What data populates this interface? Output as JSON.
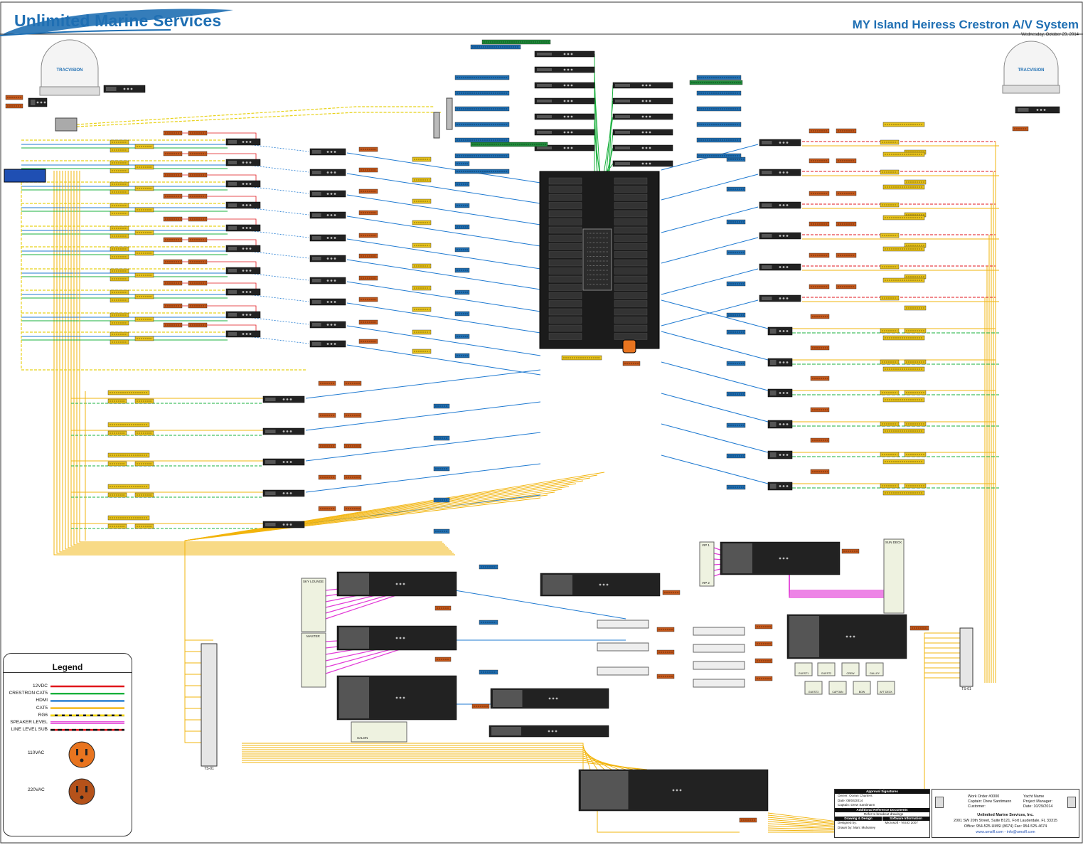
{
  "header": {
    "brand": "Unlimited Marine Services",
    "title": "MY Island Heiress Crestron A/V System",
    "date": "Wednesday, October 29, 2014"
  },
  "antennas": {
    "left_label": "TRACVISION",
    "right_label": "TRACVISION"
  },
  "zones": {
    "sky_lounge": "SKY LOUNGE",
    "master": "MASTER",
    "salon": "SALON",
    "sun_deck": "SUN DECK",
    "vip1": "VIP 1",
    "vip2": "VIP 2",
    "amp_zones": [
      "GUEST1",
      "GUEST2",
      "CREW",
      "GALLEY",
      "GUEST3",
      "CAPTAIN",
      "BOW",
      "AFT DECK"
    ]
  },
  "terminal_strips": {
    "left": "TS-01",
    "right": "TS-01"
  },
  "legend": {
    "title": "Legend",
    "items": [
      {
        "label": "12VDC",
        "color": "#e0161b",
        "style": "solid"
      },
      {
        "label": "CRESTRON CAT5",
        "color": "#18b03c",
        "style": "solid"
      },
      {
        "label": "HDMI",
        "color": "#1f7ad1",
        "style": "solid"
      },
      {
        "label": "CAT5",
        "color": "#f2b40c",
        "style": "solid"
      },
      {
        "label": "RG6",
        "color": "#f2d60c",
        "style": "dashed"
      },
      {
        "label": "SPEAKER LEVEL",
        "color": "#e23ad6",
        "style": "double"
      },
      {
        "label": "LINE LEVEL SUB",
        "color": "#7a3a1a",
        "style": "dashed-red"
      }
    ],
    "plugs": [
      {
        "label": "110VAC",
        "color": "#e8741f"
      },
      {
        "label": "220VAC",
        "color": "#b5521a"
      }
    ]
  },
  "approval": {
    "heading": "Approval Signatures",
    "owner": "Owner:   Ocean Charters",
    "date": "Date: 08/04/2014",
    "captain": "Captain: Drew Santimann",
    "ref_heading": "Additional Reference Documents",
    "ref_text": "Refer to breakout drawings",
    "drawing_heading": "Drawing & Design",
    "software_heading": "Software Information",
    "designed_by": "Designed by:",
    "drawn_by": "Drawn by:       Marc Mulvaney",
    "software": "Microsoft - VISIO 2007"
  },
  "title_block": {
    "work_order": "Work Order #0000",
    "captain": "Captain: Drew Santimann",
    "customer": "Customer:",
    "yacht_name": "Yacht Name",
    "project_manager": "Project Manager:",
    "date": "Date: 10/29/2014",
    "company": "Unlimited Marine Services, Inc.",
    "address": "2001 SW 20th Street, Suite B121, Fort Lauderdale, FL 33315",
    "phone": "Office: 954-525-UMSI (8674)  Fax: 954-525-4674",
    "web": "www.umsifl.com  -  info@umsifl.com"
  },
  "colors": {
    "brand": "#1f6fb3",
    "cat5": "#f2b40c",
    "hdmi": "#1f7ad1",
    "crestron": "#18b03c",
    "dc12": "#e0161b",
    "rg6": "#e8d21a",
    "speaker": "#e23ad6",
    "tag_orange": "#c4571a",
    "tag_yellow": "#e8c21a",
    "tag_blue": "#1f6fb3",
    "tag_green": "#1f8a3a",
    "device": "#222222"
  }
}
